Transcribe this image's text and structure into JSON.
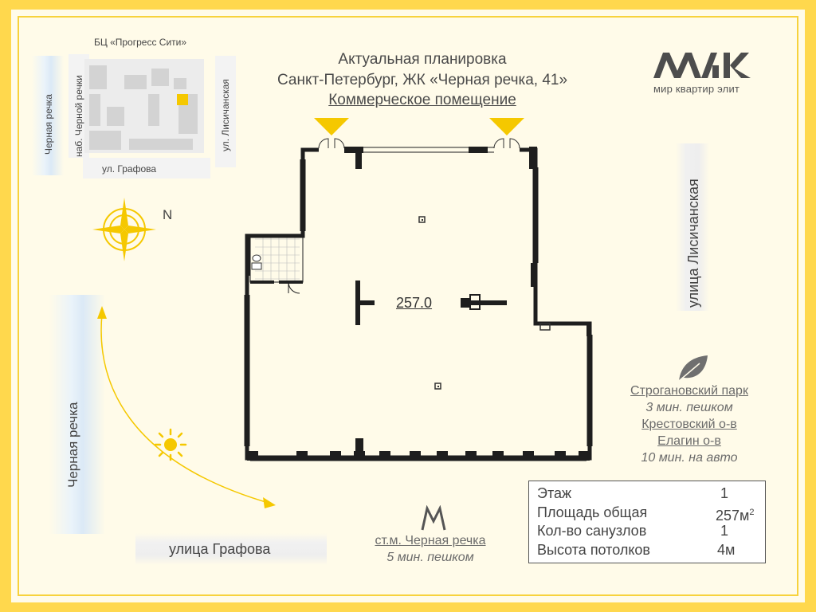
{
  "header": {
    "line1": "Актуальная планировка",
    "line2": "Санкт-Петербург, ЖК «Черная речка, 41»",
    "line3": "Коммерческое помещение"
  },
  "logo": {
    "text": "мир квартир элит"
  },
  "site_map": {
    "bc_label": "БЦ «Прогресс Сити»",
    "naberezhnaya": "наб. Черной речки",
    "lisichanskaya_small": "ул. Лисичанская",
    "grafova_small": "ул. Графова",
    "river_small": "Черная речка"
  },
  "compass": {
    "north_label": "N"
  },
  "river_big": "Черная речка",
  "street_right": "улица Лисичанская",
  "street_bottom": "улица Графова",
  "plan": {
    "area_label": "257.0"
  },
  "nearby": {
    "park_name": "Строгановский парк",
    "park_time": "3 мин. пешком",
    "island1": "Крестовский о-в",
    "island2": "Елагин о-в",
    "islands_time": "10 мин. на авто"
  },
  "metro": {
    "station": "ст.м. Черная речка",
    "time": "5 мин. пешком"
  },
  "info": {
    "rows": [
      {
        "label": "Этаж",
        "value": "1"
      },
      {
        "label": "Площадь общая",
        "value": "257м",
        "sup": "2"
      },
      {
        "label": "Кол-во санузлов",
        "value": "1"
      },
      {
        "label": "Высота потолков",
        "value": "4м"
      }
    ]
  },
  "colors": {
    "accent": "#ffd84d",
    "frame_line": "#f7d23c",
    "arrow": "#f5c800",
    "wall": "#1e1e1e"
  }
}
